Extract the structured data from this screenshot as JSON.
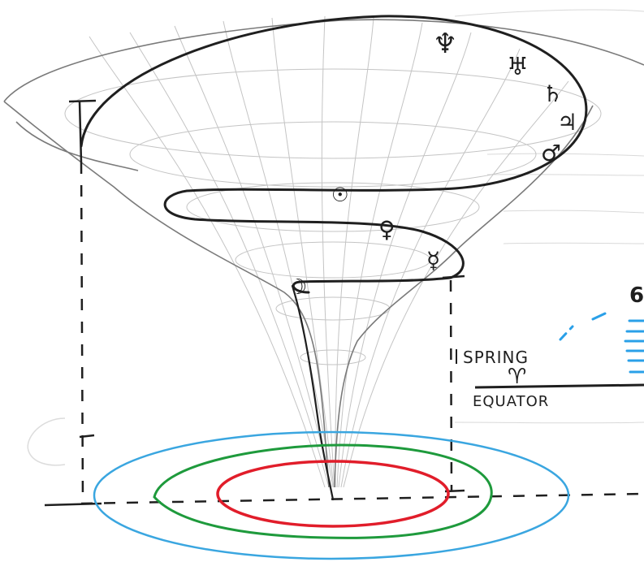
{
  "labels": {
    "spring": "SPRING",
    "aries_symbol": "♈",
    "equator": "EQUATOR",
    "partial_digit": "6"
  },
  "planets": [
    {
      "name": "neptune",
      "symbol": "♆"
    },
    {
      "name": "uranus",
      "symbol": "♅"
    },
    {
      "name": "saturn",
      "symbol": "♄"
    },
    {
      "name": "jupiter",
      "symbol": "♃"
    },
    {
      "name": "mars",
      "symbol": "♂"
    },
    {
      "name": "sun",
      "symbol": "☉"
    },
    {
      "name": "venus",
      "symbol": "♀"
    },
    {
      "name": "mercury",
      "symbol": "☿"
    },
    {
      "name": "moon",
      "symbol": "☽"
    }
  ],
  "colors": {
    "ink": "#1f1f1f",
    "pencil": "#9a9a9a",
    "grid": "#c8c8c8",
    "ring_outer": "#3aa6e0",
    "ring_middle": "#1e9a3c",
    "ring_inner": "#e11d2a",
    "blue_marker": "#2aa0e8"
  }
}
